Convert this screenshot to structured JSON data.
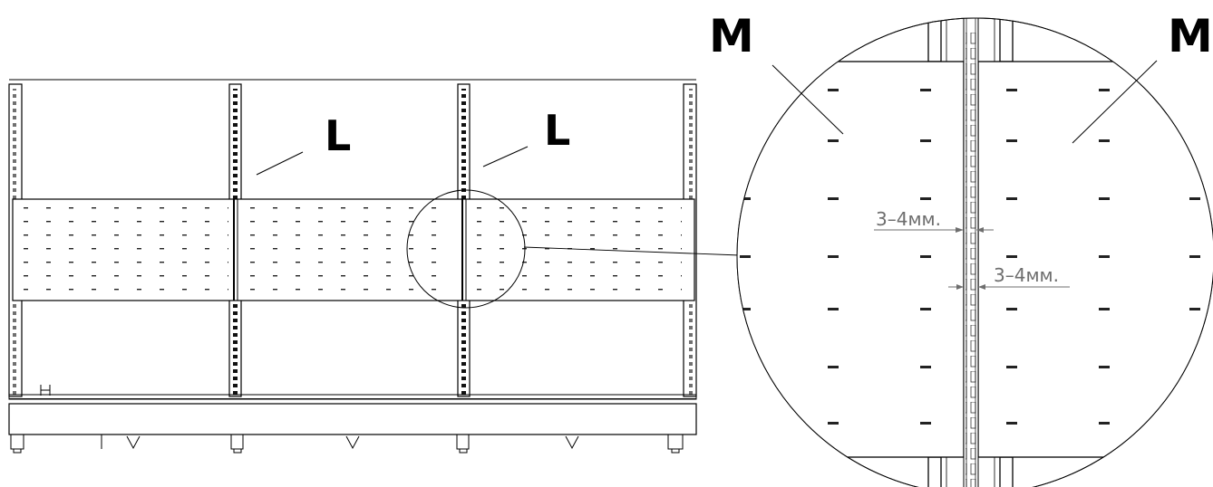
{
  "labels": {
    "post_left": "L",
    "post_right": "L",
    "panel_left": "M",
    "panel_right": "M"
  },
  "dimensions": {
    "upper": "3–4мм.",
    "lower": "3–4мм."
  },
  "colors": {
    "line": "#000000",
    "dimension": "#6e6e6e"
  }
}
